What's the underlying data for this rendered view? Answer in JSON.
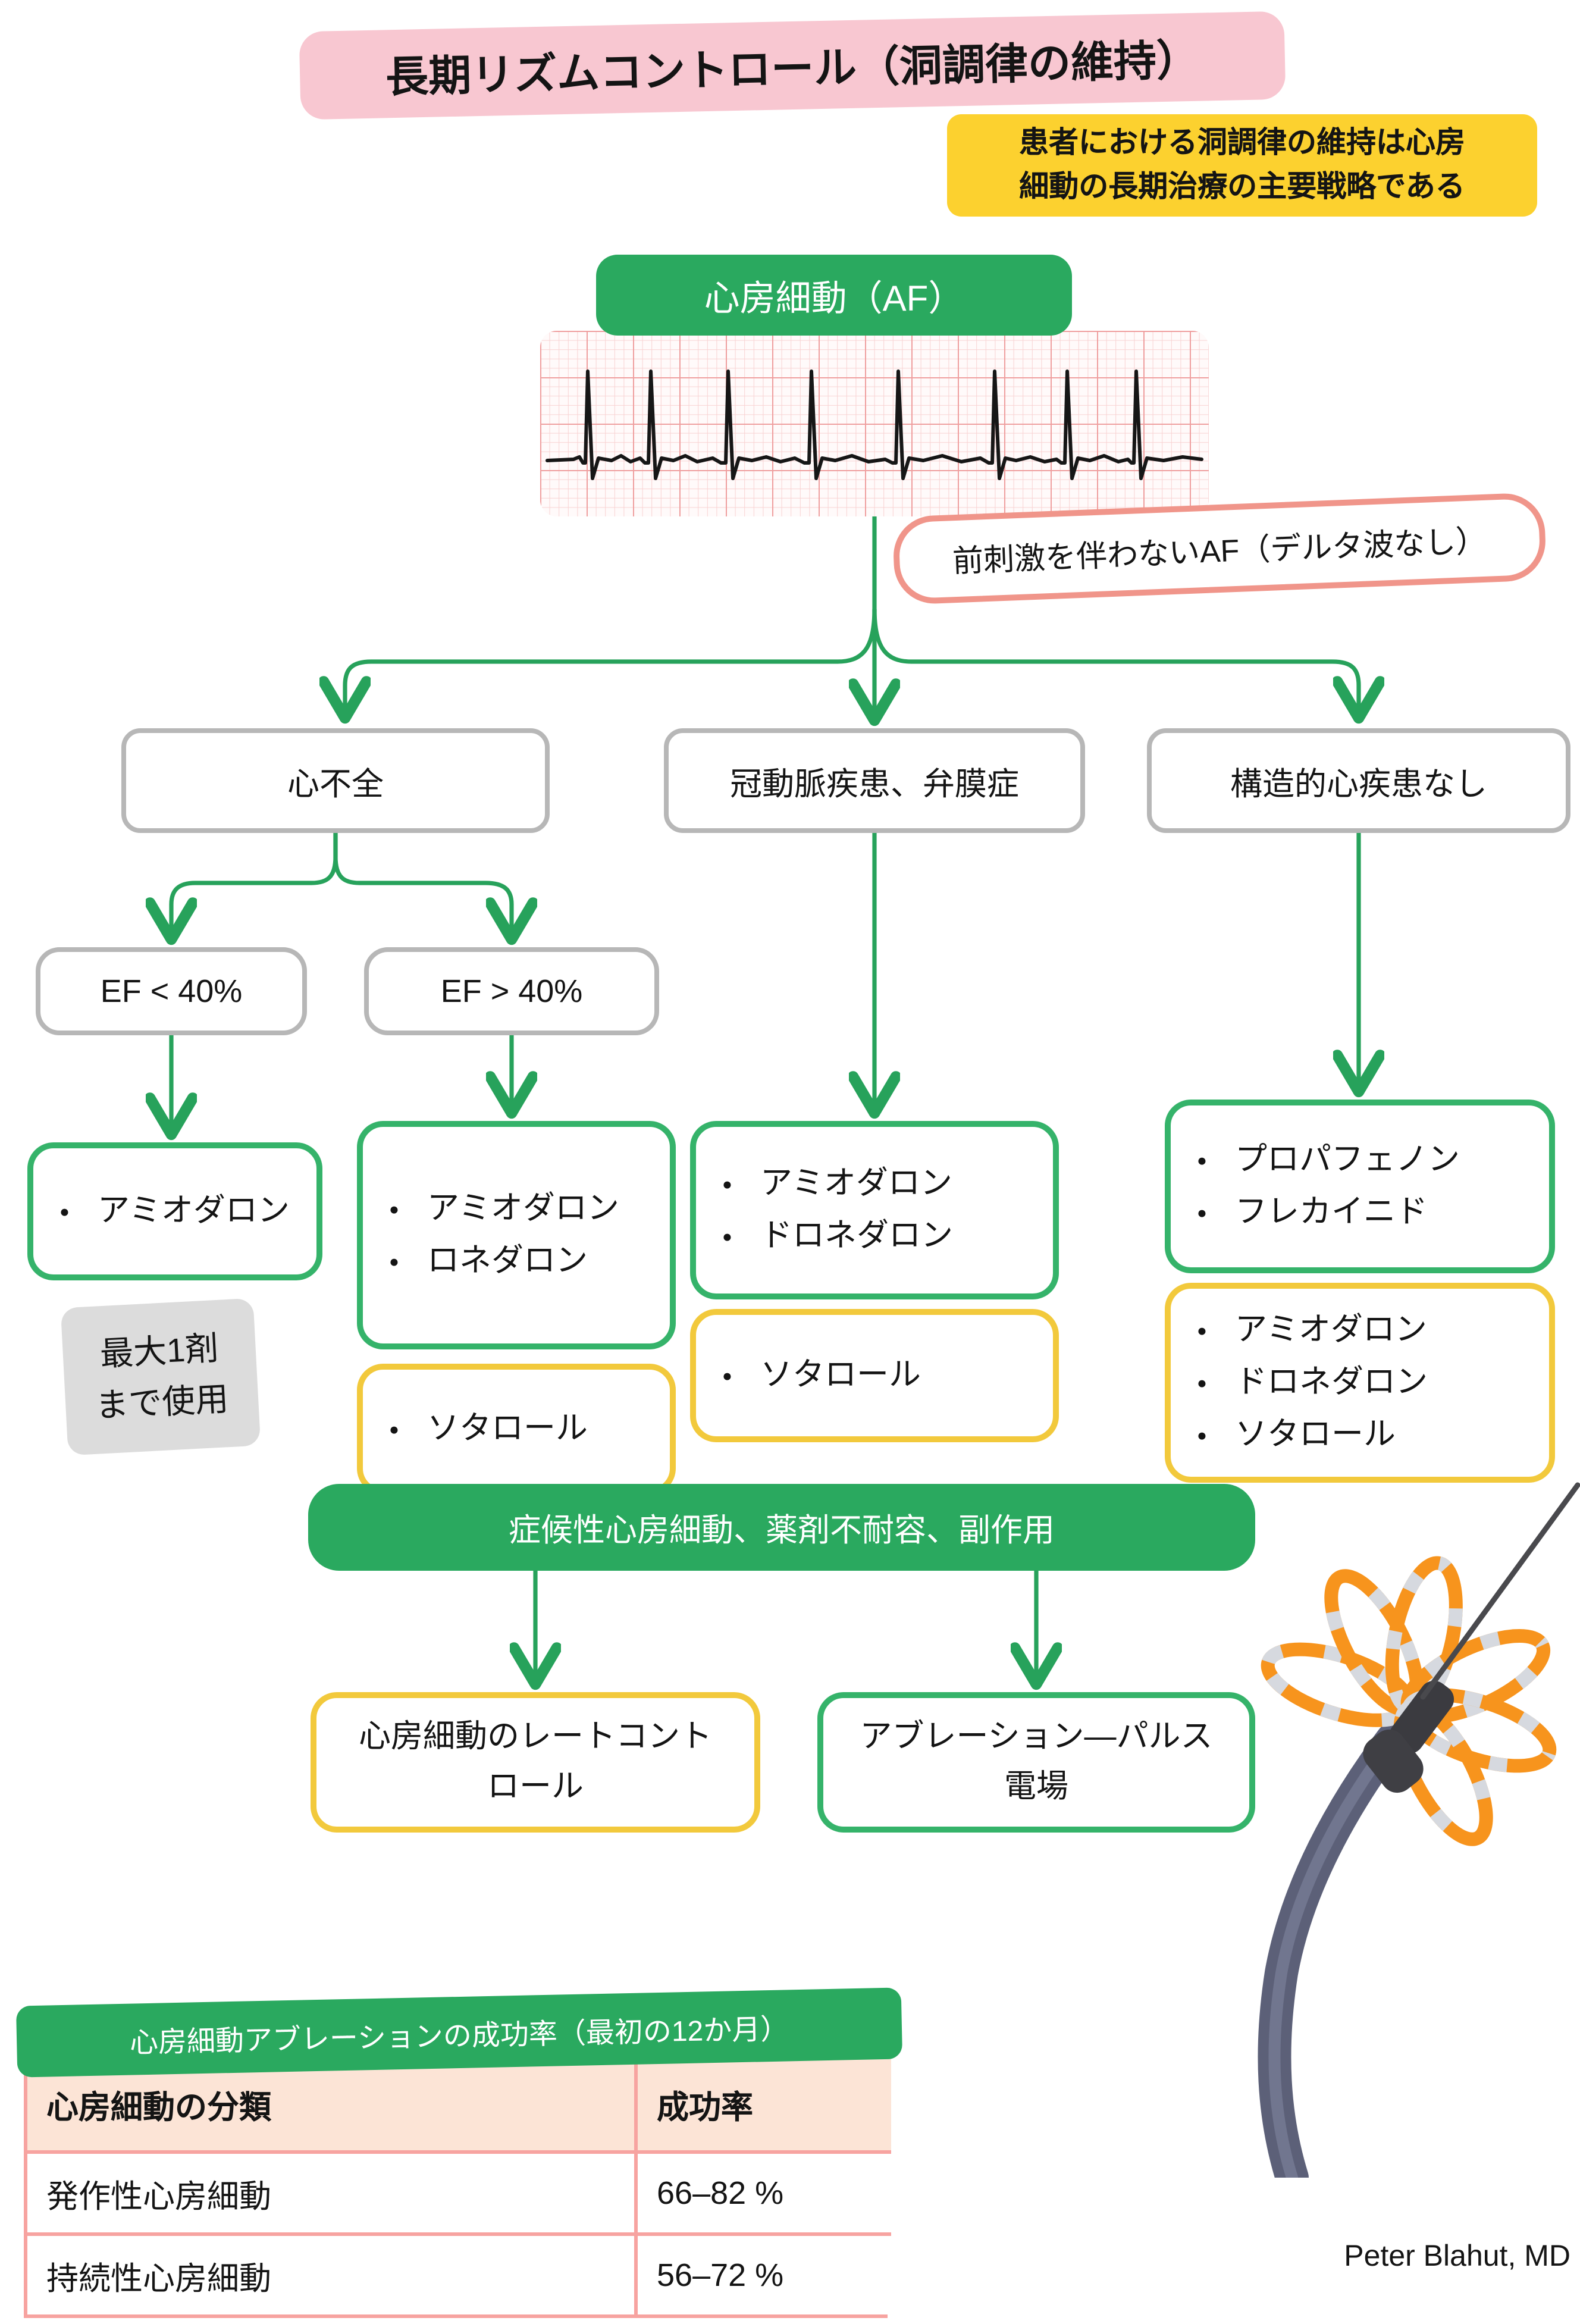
{
  "title": "長期リズムコントロール（洞調律の維持）",
  "strategy_note": {
    "line1": "患者における洞調律の維持は心房",
    "line2": "細動の長期治療の主要戦略である"
  },
  "af_header": "心房細動（AF）",
  "ecg_callout": "前刺激を伴わないAF（デルタ波なし）",
  "branches": {
    "heart_failure": "心不全",
    "cad_valvular": "冠動脈疾患、弁膜症",
    "no_structural": "構造的心疾患なし"
  },
  "ef": {
    "low": "EF < 40%",
    "high": "EF > 40%"
  },
  "drugs": {
    "hf_low_ef_green": [
      "アミオダロン"
    ],
    "max_one_note": {
      "line1": "最大1剤",
      "line2": "まで使用"
    },
    "hf_high_ef_green": [
      "アミオダロン",
      "ロネダロン"
    ],
    "hf_high_ef_yellow": [
      "ソタロール"
    ],
    "cad_green": [
      "アミオダロン",
      "ドロネダロン"
    ],
    "cad_yellow": [
      "ソタロール"
    ],
    "no_structural_green": [
      "プロパフェノン",
      "フレカイニド"
    ],
    "no_structural_yellow": [
      "アミオダロン",
      "ドロネダロン",
      "ソタロール"
    ]
  },
  "escalation_banner": "症候性心房細動、薬剤不耐容、副作用",
  "outcomes": {
    "rate_control": {
      "line1": "心房細動のレートコント",
      "line2": "ロール"
    },
    "ablation": {
      "line1": "アブレーション—パルス",
      "line2": "電場"
    }
  },
  "success_table": {
    "title": "心房細動アブレーションの成功率（最初の12か月）",
    "headers": [
      "心房細動の分類",
      "成功率"
    ],
    "rows": [
      [
        "発作性心房細動",
        "66–82 %"
      ],
      [
        "持続性心房細動",
        "56–72 %"
      ]
    ]
  },
  "credit": "Peter Blahut, MD",
  "colors": {
    "green_fill": "#2aa95f",
    "connector_green": "#27a25b",
    "green_border": "#35b36a",
    "yellow_border": "#f2c93c",
    "yellow_note_bg": "#fcd12f",
    "pink_title_bg": "#f8c7d1",
    "callout_border": "#f0958a",
    "gray_border": "#b7b7b7",
    "gray_note_bg": "#dcdcdc",
    "table_border": "#f7a3a0",
    "table_header_bg": "#fce4d6",
    "catheter_orange": "#f7941d"
  }
}
